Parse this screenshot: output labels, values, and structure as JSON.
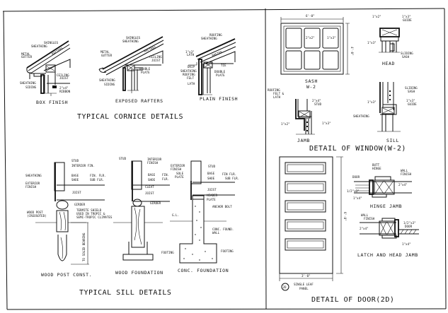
{
  "cornice": {
    "title": "TYPICAL CORNICE DETAILS",
    "box": {
      "caption": "BOX FINISH",
      "labels": [
        "SHINGLES",
        "SHEATHING",
        "METAL",
        "GUTTER",
        "RAFTERS",
        "CEILING",
        "JOIST",
        "SHEATHING",
        "SIDING",
        "2\"x4\"",
        "RIBBON"
      ]
    },
    "exposed": {
      "caption": "EXPOSED RAFTERS",
      "labels": [
        "SHINGLES",
        "SHEATHING",
        "METAL",
        "GUTTER",
        "RAFTERS",
        "CEILING",
        "JOIST",
        "DOUBLE",
        "PLATE",
        "SHEATHING",
        "SIDING"
      ]
    },
    "plain": {
      "caption": "PLAIN FINISH",
      "labels": [
        "ROOFING",
        "SHEATHING",
        "1\"x3\"",
        "LATH",
        "RAFTER",
        "DRIP",
        "SHEATHING",
        "ROOFING",
        "FELT",
        "LATH",
        "DOUBLE",
        "PLATE",
        "TIE"
      ]
    }
  },
  "window": {
    "title": "DETAIL OF WINDOW(W-2)",
    "sash": {
      "width_dim": "6'-0\"",
      "height_dim": "4'-0\"",
      "mullion_dim": "2\"x2\"",
      "frame_dim": "1\"x3\"",
      "caption": "SASH",
      "sub": "W-2"
    },
    "head": {
      "caption": "HEAD",
      "labels": [
        "1\"x2\"",
        "1\"x3\"",
        "GUIDE",
        "1\"x3\"",
        "SLIDING",
        "SASH"
      ]
    },
    "jamb": {
      "caption": "JAMB",
      "labels": [
        "ROOFING",
        "FELT &",
        "LATH",
        "2\"x4\"",
        "STUD",
        "1\"x2\"",
        "1\"x3\""
      ]
    },
    "sill": {
      "caption": "SILL",
      "labels": [
        "SLIDING",
        "SASH",
        "1\"x3\"",
        "1\"x3\"",
        "GUIDE",
        "SHEATHING"
      ]
    }
  },
  "sill": {
    "title": "TYPICAL SILL DETAILS",
    "wood_post": {
      "caption": "WOOD POST CONST.",
      "labels": [
        "STUD",
        "INTERIOR FIN.",
        "SHEATHING",
        "BASE",
        "FIN. FLR.",
        "SHOE",
        "SUB FLR.",
        "EXTERIOR",
        "FINISH",
        "JOIST",
        "GIRDER",
        "TERMITE SHIELD",
        "USED IN TROPIC &",
        "SEMI-TROPIC CLIMATES",
        "WOOD POST",
        "(CREOSOTED)",
        "TO SOLID BEARING"
      ]
    },
    "wood_foundation": {
      "caption": "WOOD FOUNDATION",
      "labels": [
        "STUD",
        "INTERIOR",
        "FINISH",
        "BASE",
        "FIN.",
        "SHOE",
        "FLR.",
        "CLEAT",
        "JOIST",
        "GIRDER",
        "FOOTING"
      ]
    },
    "conc_foundation": {
      "caption": "CONC. FOUNDATION",
      "labels": [
        "EXTERIOR",
        "FINISH",
        "STUD",
        "SOLE",
        "PLATE",
        "BASE",
        "FIN FLR.",
        "SHOE",
        "SUB FLR.",
        "JOIST",
        "HEADER",
        "PLATE",
        "ANCHOR BOLT",
        "G.L.",
        "CONC. FOUND.",
        "WALL",
        "FOOTING"
      ]
    }
  },
  "door": {
    "title": "DETAIL OF DOOR(2D)",
    "width_dim": "3'-0\"",
    "height_dim": "6'-8\"",
    "tag": "2D",
    "tag_line1": "SINGLE LEAF",
    "tag_line2": "PANEL",
    "hinge_jamb": {
      "caption": "HINGE JAMB",
      "labels": [
        "BUTT",
        "HINGE",
        "WALL",
        "FINISH",
        "DOOR",
        "2\"x4\"",
        "1/2\"x3\"",
        "1\"x4\""
      ]
    },
    "latch_jamb": {
      "caption": "LATCH AND HEAD JAMB",
      "labels": [
        "WALL",
        "FINISH",
        "1/2\"x3\"",
        "2\"x4\"",
        "DOOR",
        "1\"x4\""
      ]
    }
  }
}
